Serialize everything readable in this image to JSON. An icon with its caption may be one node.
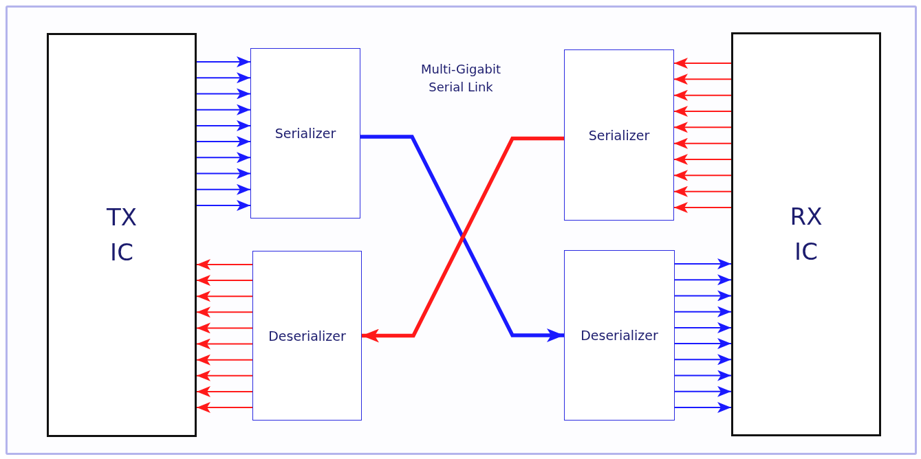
{
  "diagram": {
    "nodes": [
      {
        "text": [
          "TX IC"
        ]
      },
      {
        "text": [
          "Serializer"
        ]
      },
      {
        "text": [
          "Deserializer"
        ]
      },
      {
        "text": [
          "Serializer"
        ]
      },
      {
        "text": [
          "Deserializer"
        ]
      },
      {
        "text": [
          "RX IC"
        ]
      }
    ],
    "edges": [
      {
        "from": 0,
        "to": 1,
        "arrow": "to",
        "color": "#1a1aff"
      },
      {
        "from": 0,
        "to": 1,
        "arrow": "to",
        "color": "#1a1aff"
      },
      {
        "from": 0,
        "to": 1,
        "arrow": "to",
        "color": "#1a1aff"
      },
      {
        "from": 0,
        "to": 1,
        "arrow": "to",
        "color": "#1a1aff"
      },
      {
        "from": 0,
        "to": 1,
        "arrow": "to",
        "color": "#1a1aff"
      },
      {
        "from": 0,
        "to": 1,
        "arrow": "to",
        "color": "#1a1aff"
      },
      {
        "from": 0,
        "to": 1,
        "arrow": "to",
        "color": "#1a1aff"
      },
      {
        "from": 0,
        "to": 1,
        "arrow": "to",
        "color": "#1a1aff"
      },
      {
        "from": 0,
        "to": 1,
        "arrow": "to",
        "color": "#1a1aff"
      },
      {
        "from": 0,
        "to": 1,
        "arrow": "to",
        "color": "#1a1aff"
      },
      {
        "from": 2,
        "to": 0,
        "arrow": "to",
        "color": "#ff1a1a"
      },
      {
        "from": 2,
        "to": 0,
        "arrow": "to",
        "color": "#ff1a1a"
      },
      {
        "from": 2,
        "to": 0,
        "arrow": "to",
        "color": "#ff1a1a"
      },
      {
        "from": 2,
        "to": 0,
        "arrow": "to",
        "color": "#ff1a1a"
      },
      {
        "from": 2,
        "to": 0,
        "arrow": "to",
        "color": "#ff1a1a"
      },
      {
        "from": 2,
        "to": 0,
        "arrow": "to",
        "color": "#ff1a1a"
      },
      {
        "from": 2,
        "to": 0,
        "arrow": "to",
        "color": "#ff1a1a"
      },
      {
        "from": 2,
        "to": 0,
        "arrow": "to",
        "color": "#ff1a1a"
      },
      {
        "from": 2,
        "to": 0,
        "arrow": "to",
        "color": "#ff1a1a"
      },
      {
        "from": 2,
        "to": 0,
        "arrow": "to",
        "color": "#ff1a1a"
      },
      {
        "from": 1,
        "to": 4,
        "arrow": "to",
        "style": "thick",
        "color": "#1a1aff"
      },
      {
        "from": 3,
        "to": 2,
        "arrow": "to",
        "style": "thick",
        "color": "#ff1a1a"
      },
      {
        "from": 5,
        "to": 3,
        "arrow": "to",
        "color": "#ff1a1a"
      },
      {
        "from": 5,
        "to": 3,
        "arrow": "to",
        "color": "#ff1a1a"
      },
      {
        "from": 5,
        "to": 3,
        "arrow": "to",
        "color": "#ff1a1a"
      },
      {
        "from": 5,
        "to": 3,
        "arrow": "to",
        "color": "#ff1a1a"
      },
      {
        "from": 5,
        "to": 3,
        "arrow": "to",
        "color": "#ff1a1a"
      },
      {
        "from": 5,
        "to": 3,
        "arrow": "to",
        "color": "#ff1a1a"
      },
      {
        "from": 5,
        "to": 3,
        "arrow": "to",
        "color": "#ff1a1a"
      },
      {
        "from": 5,
        "to": 3,
        "arrow": "to",
        "color": "#ff1a1a"
      },
      {
        "from": 5,
        "to": 3,
        "arrow": "to",
        "color": "#ff1a1a"
      },
      {
        "from": 5,
        "to": 3,
        "arrow": "to",
        "color": "#ff1a1a"
      },
      {
        "from": 4,
        "to": 5,
        "arrow": "to",
        "color": "#1a1aff"
      },
      {
        "from": 4,
        "to": 5,
        "arrow": "to",
        "color": "#1a1aff"
      },
      {
        "from": 4,
        "to": 5,
        "arrow": "to",
        "color": "#1a1aff"
      },
      {
        "from": 4,
        "to": 5,
        "arrow": "to",
        "color": "#1a1aff"
      },
      {
        "from": 4,
        "to": 5,
        "arrow": "to",
        "color": "#1a1aff"
      },
      {
        "from": 4,
        "to": 5,
        "arrow": "to",
        "color": "#1a1aff"
      },
      {
        "from": 4,
        "to": 5,
        "arrow": "to",
        "color": "#1a1aff"
      },
      {
        "from": 4,
        "to": 5,
        "arrow": "to",
        "color": "#1a1aff"
      },
      {
        "from": 4,
        "to": 5,
        "arrow": "to",
        "color": "#1a1aff"
      },
      {
        "from": 4,
        "to": 5,
        "arrow": "to",
        "color": "#1a1aff"
      }
    ],
    "labels": [
      "Multi-Gigabit Serial Link"
    ]
  }
}
